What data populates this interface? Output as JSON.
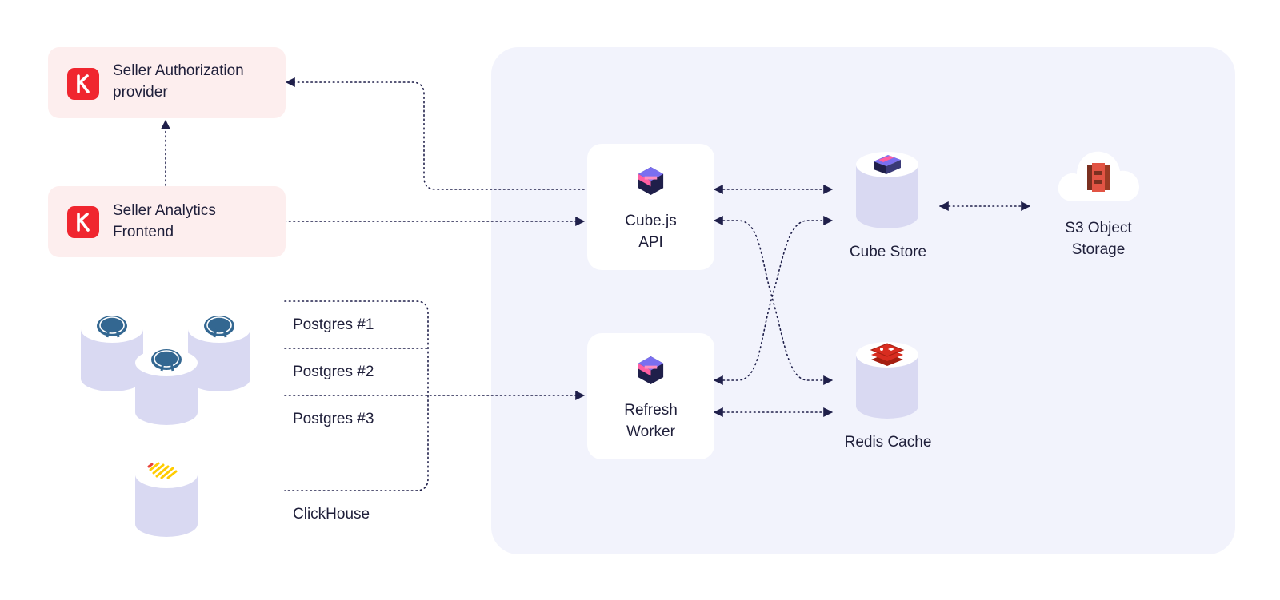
{
  "nodes": {
    "auth_provider": {
      "label_line1": "Seller Authorization",
      "label_line2": "provider"
    },
    "analytics_frontend": {
      "label_line1": "Seller Analytics",
      "label_line2": "Frontend"
    },
    "cubejs_api": {
      "label_line1": "Cube.js",
      "label_line2": "API"
    },
    "refresh_worker": {
      "label_line1": "Refresh",
      "label_line2": "Worker"
    },
    "cube_store": {
      "label": "Cube Store"
    },
    "redis_cache": {
      "label": "Redis Cache"
    },
    "s3_storage": {
      "label_line1": "S3 Object",
      "label_line2": "Storage"
    }
  },
  "sources": [
    "Postgres #1",
    "Postgres #2",
    "Postgres #3",
    "ClickHouse"
  ],
  "colors": {
    "panel": "#f2f3fc",
    "pink_box": "#fdeeee",
    "brand_red": "#f0262f",
    "arrow": "#1f1f4a",
    "cylinder_side": "#d9d9f2",
    "cylinder_top": "#ffffff",
    "cube_purple": "#7a6ff0",
    "cube_pink": "#ff5fa2",
    "cube_navy": "#1f1f4a",
    "redis_red": "#d82c20",
    "s3_orange": "#c2432f",
    "postgres_blue": "#336791",
    "clickhouse_yellow": "#ffcc00"
  },
  "icons": [
    "k-logo-icon",
    "cubejs-logo-icon",
    "cube-store-icon",
    "redis-icon",
    "aws-s3-icon",
    "postgres-icon",
    "clickhouse-icon",
    "cloud-icon",
    "database-cylinder-icon"
  ]
}
